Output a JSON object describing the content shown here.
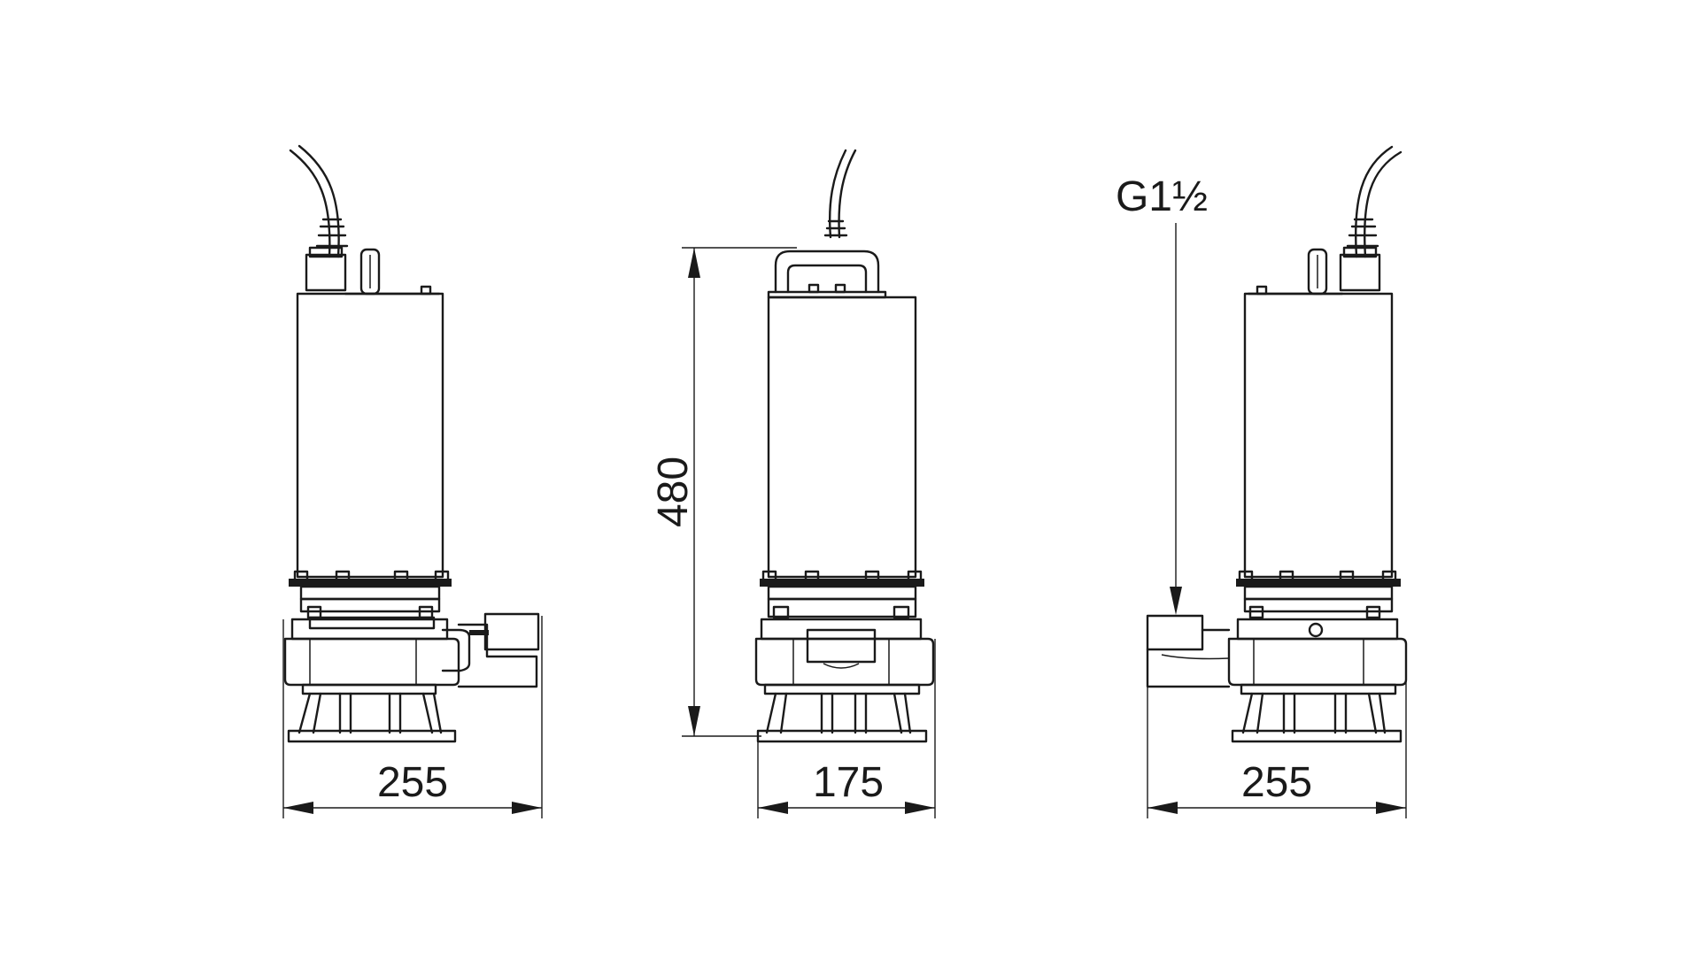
{
  "drawing": {
    "views": [
      {
        "name": "left-side-view",
        "width_label": "255"
      },
      {
        "name": "front-view",
        "width_label": "175",
        "height_label": "480"
      },
      {
        "name": "right-side-view",
        "width_label": "255",
        "outlet_label": "G1½"
      }
    ]
  },
  "colors": {
    "line": "#1a1a1a",
    "background": "#ffffff"
  }
}
